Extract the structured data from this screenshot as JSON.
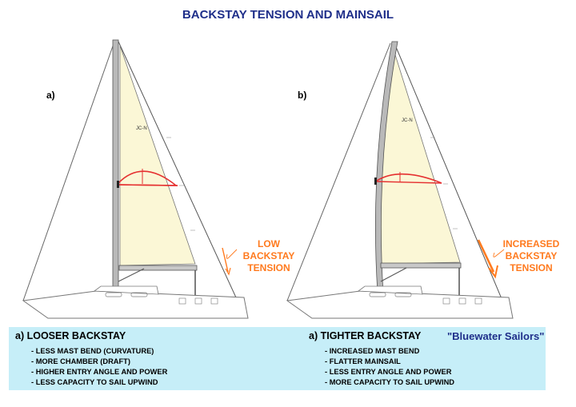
{
  "title": "BACKSTAY TENSION AND MAINSAIL",
  "left": {
    "label": "a)",
    "tension_lines": [
      "LOW",
      "BACKSTAY",
      "TENSION"
    ],
    "heading": "a) LOOSER BACKSTAY",
    "points": [
      "LESS MAST BEND (CURVATURE)",
      "MORE CHAMBER (DRAFT)",
      "HIGHER ENTRY ANGLE AND POWER",
      "LESS CAPACITY TO SAIL UPWIND"
    ]
  },
  "right": {
    "label": "b)",
    "tension_lines": [
      "INCREASED",
      "BACKSTAY",
      "TENSION"
    ],
    "heading": "a) TIGHTER BACKSTAY",
    "points": [
      "INCREASED MAST BEND",
      "FLATTER MAINSAIL",
      "LESS ENTRY ANGLE AND POWER",
      "MORE CAPACITY TO SAIL UPWIND"
    ]
  },
  "brand": "\"Bluewater Sailors\"",
  "sail_mark": "JC-N",
  "colors": {
    "title": "#1f2f8a",
    "sail": "#fbf7d6",
    "accent": "#ff7a1e",
    "draft": "#e53030",
    "panel": "#c6eef8"
  }
}
